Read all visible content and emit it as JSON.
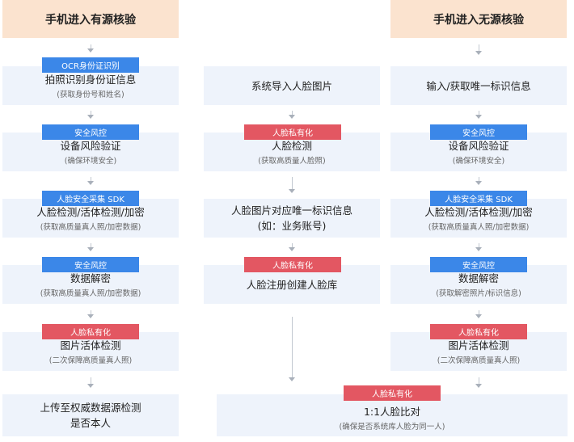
{
  "left": {
    "header": "手机进入有源核验",
    "steps": [
      {
        "tag": "OCR身份证识别",
        "tag_color": "blue",
        "title": "拍照识别身份证信息",
        "sub": "(获取身份号和姓名)"
      },
      {
        "tag": "安全风控",
        "tag_color": "blue",
        "title": "设备风险验证",
        "sub": "(确保环境安全)"
      },
      {
        "tag": "人脸安全采集 SDK",
        "tag_color": "blue",
        "title": "人脸检测/活体检测/加密",
        "sub": "(获取高质量真人照/加密数据)"
      },
      {
        "tag": "安全风控",
        "tag_color": "blue",
        "title": "数据解密",
        "sub": "(获取高质量真人照/加密数据)"
      },
      {
        "tag": "人脸私有化",
        "tag_color": "red",
        "title": "图片活体检测",
        "sub": "(二次保障高质量真人照)"
      },
      {
        "title": "上传至权威数据源检测",
        "title2": "是否本人"
      }
    ]
  },
  "middle": {
    "steps": [
      {
        "title": "系统导入人脸图片"
      },
      {
        "tag": "人脸私有化",
        "tag_color": "red",
        "title": "人脸检测",
        "sub": "(获取高质量人脸照)"
      },
      {
        "title": "人脸图片对应唯一标识信息",
        "title2": "(如：业务账号)"
      },
      {
        "tag": "人脸私有化",
        "tag_color": "red",
        "title": "人脸注册创建人脸库"
      }
    ]
  },
  "right": {
    "header": "手机进入无源核验",
    "steps": [
      {
        "title": "输入/获取唯一标识信息"
      },
      {
        "tag": "安全风控",
        "tag_color": "blue",
        "title": "设备风险验证",
        "sub": "(确保环境安全)"
      },
      {
        "tag": "人脸安全采集 SDK",
        "tag_color": "blue",
        "title": "人脸检测/活体检测/加密",
        "sub": "(获取高质量真人照/加密数据)"
      },
      {
        "tag": "安全风控",
        "tag_color": "blue",
        "title": "数据解密",
        "sub": "(获取解密照片/标识信息)"
      },
      {
        "tag": "人脸私有化",
        "tag_color": "red",
        "title": "图片活体检测",
        "sub": "(二次保障高质量真人照)"
      }
    ]
  },
  "compare": {
    "tag": "人脸私有化",
    "tag_color": "red",
    "title": "1:1人脸比对",
    "sub": "(确保是否系统库人脸为同一人)"
  },
  "colors": {
    "blue_tag": "#3b87e8",
    "red_tag": "#e35762",
    "header_bg": "#fbe3cf",
    "box_bg": "#eef3fb"
  }
}
